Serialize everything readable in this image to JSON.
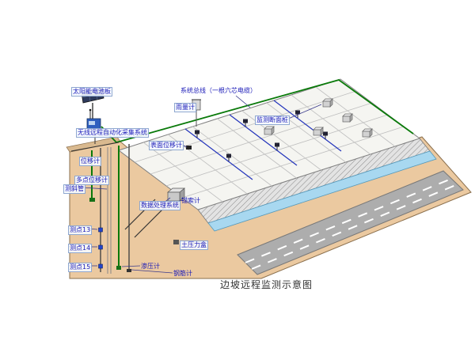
{
  "title": "边坡远程监测示意图",
  "labels": {
    "solar_panel": "太阳能电池板",
    "wireless_system": "无线远程自动化采集系统",
    "system_bus": "系统总线（一根六芯电缆）",
    "rain_gauge": "雨量计",
    "section_pier": "监测断面桩",
    "surface_displacement": "表面位移计",
    "displacement_meter": "位移计",
    "multipoint_displacement": "多点位移计",
    "inclinometer_tube": "测斜管",
    "data_processing": "数据处理系统",
    "anchor_cable_gauge": "锚索计",
    "point13": "测点13",
    "point14": "测点14",
    "point15": "测点15",
    "earth_pressure_cell": "土压力盒",
    "piezometer": "渗压计",
    "rebar_gauge": "钢筋计"
  },
  "colors": {
    "ground": "#EBC9A0",
    "crest": "#D9B98F",
    "slope_face": "#F5F5F1",
    "channel": "#A8D8F0",
    "road": "#ADADAD",
    "cable_green": "#0A7A0A",
    "cable_blue": "#2233BB"
  }
}
